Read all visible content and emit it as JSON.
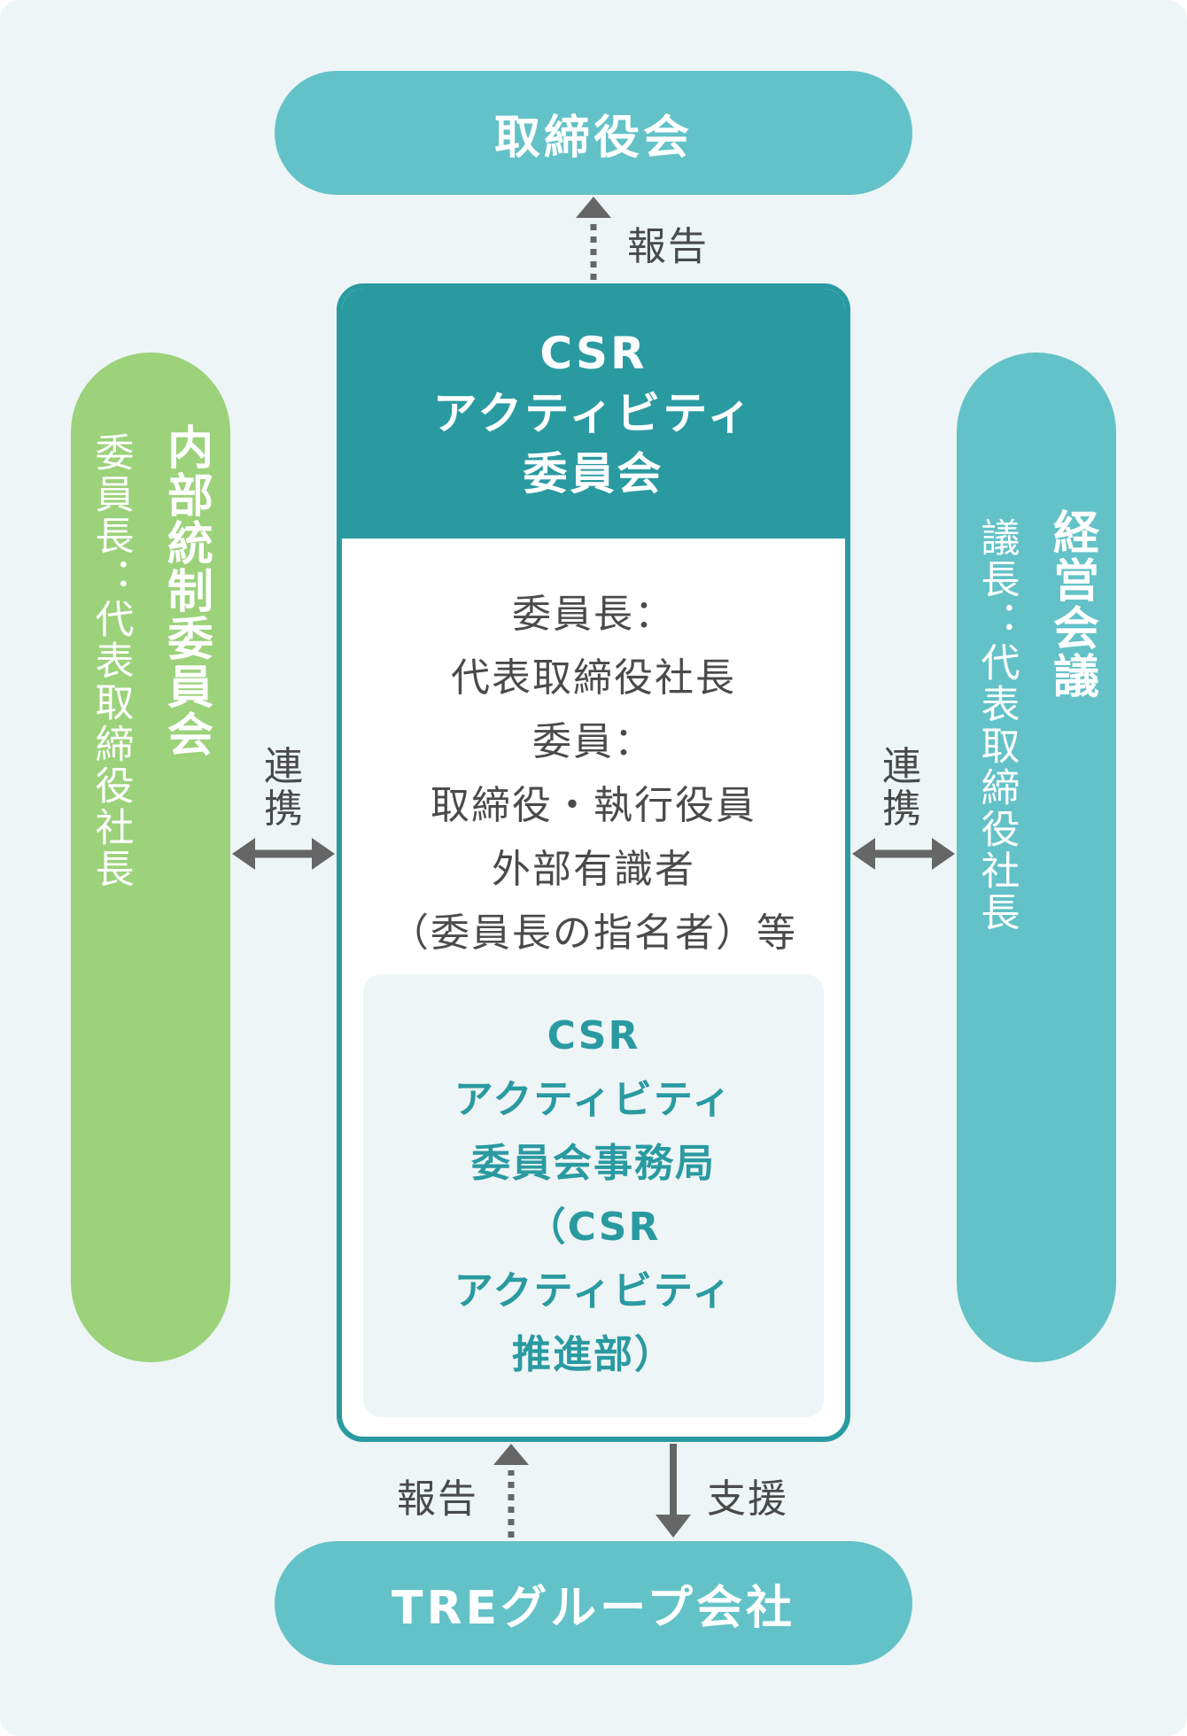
{
  "colors": {
    "background": "#eef5f6",
    "teal_light": "#62c2c7",
    "teal_dark": "#2a9aa1",
    "green": "#9bd27a",
    "arrow": "#666666",
    "text": "#4a4a4a"
  },
  "top_node": {
    "label": "取締役会"
  },
  "bottom_node": {
    "label": "TREグループ会社"
  },
  "left_node": {
    "title": "内部統制委員会",
    "subtitle": "委員長：代表取締役社長"
  },
  "right_node": {
    "title": "経営会議",
    "subtitle": "議長：代表取締役社長"
  },
  "center_node": {
    "title_lines": [
      "CSR",
      "アクティビティ",
      "委員会"
    ],
    "member_lines": [
      "委員長：",
      "代表取締役社長",
      "委員：",
      "取締役・執行役員",
      "外部有識者",
      "（委員長の指名者）等"
    ],
    "secretariat_lines": [
      "CSR",
      "アクティビティ",
      "委員会事務局",
      "（CSR",
      "アクティビティ",
      "推進部）"
    ]
  },
  "edges": {
    "center_to_top": "報告",
    "bottom_to_center": "報告",
    "center_to_bottom": "支援",
    "left_link": "連携",
    "right_link": "連携"
  }
}
